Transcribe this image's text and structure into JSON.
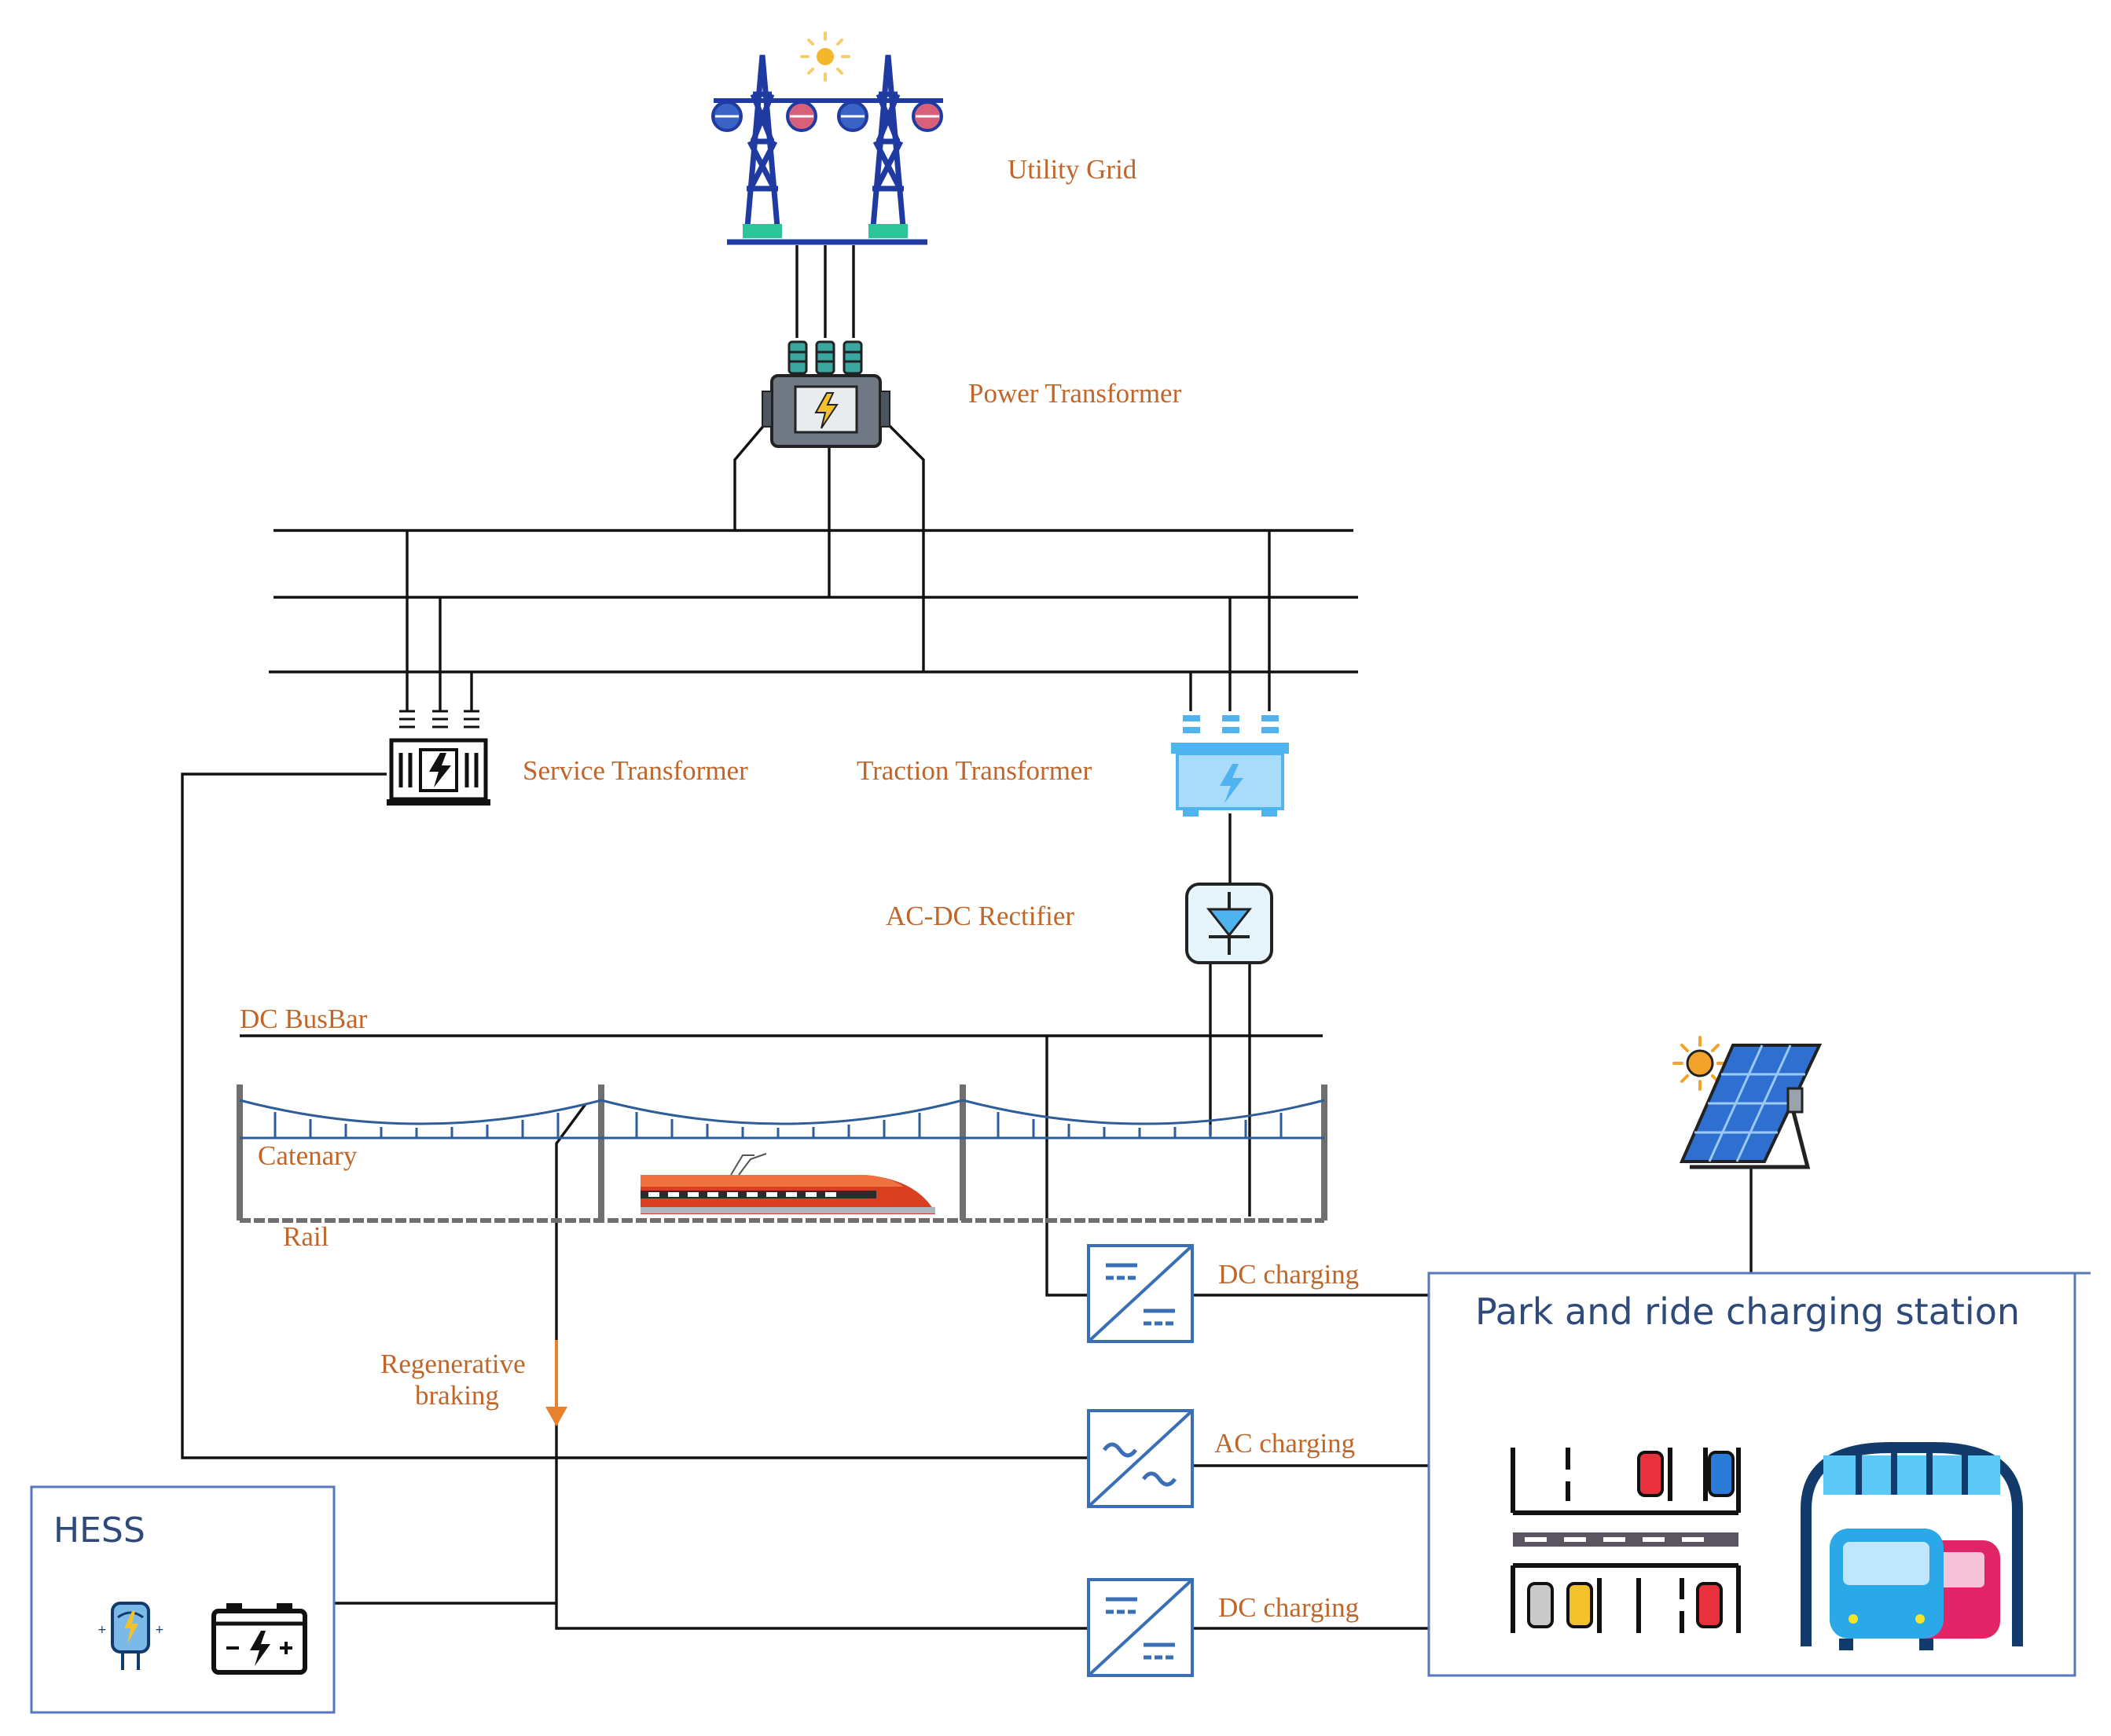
{
  "labels": {
    "utility_grid": "Utility Grid",
    "power_transformer": "Power Transformer",
    "service_transformer": "Service Transformer",
    "traction_transformer": "Traction Transformer",
    "rectifier": "AC-DC Rectifier",
    "dc_busbar": "DC BusBar",
    "catenary": "Catenary",
    "rail": "Rail",
    "regen_line1": "Regenerative",
    "regen_line2": "braking",
    "dc_charging_top": "DC charging",
    "ac_charging": "AC charging",
    "dc_charging_bottom": "DC charging",
    "park_ride_title": "Park and ride charging station",
    "hess": "HESS"
  },
  "icons": {
    "pylon": "transmission-tower-icon",
    "sun": "sun-icon",
    "power_transformer": "power-transformer-icon",
    "service_transformer": "service-transformer-icon",
    "traction_transformer": "traction-transformer-icon",
    "rectifier": "diode-rectifier-icon",
    "train": "high-speed-train-icon",
    "solar_panel": "solar-panel-icon",
    "parking": "parking-lot-icon",
    "bus": "bus-station-icon",
    "supercapacitor": "supercapacitor-icon",
    "battery": "battery-icon",
    "dc_dc_converter": "dc-dc-converter-icon",
    "ac_ac_converter": "ac-ac-converter-icon"
  },
  "colors": {
    "label_orange": "#c0662a",
    "converter_blue": "#3b6fb5",
    "box_border": "#5577bb",
    "title_blue": "#2e4a7a",
    "pylon_blue": "#1f3aa0",
    "train_red": "#d84020"
  }
}
